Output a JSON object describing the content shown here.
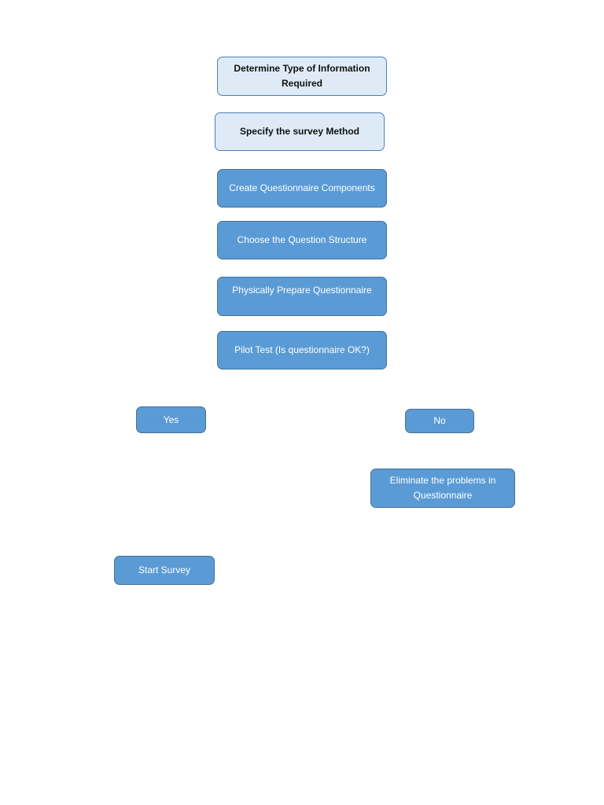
{
  "flowchart": {
    "steps": [
      {
        "id": "determine",
        "label": "Determine Type of Information Required"
      },
      {
        "id": "specify",
        "label": "Specify the survey Method"
      },
      {
        "id": "create",
        "label": "Create Questionnaire Components"
      },
      {
        "id": "choose",
        "label": "Choose the Question Structure"
      },
      {
        "id": "prepare",
        "label": "Physically Prepare Questionnaire"
      },
      {
        "id": "pilot",
        "label": "Pilot Test (Is questionnaire OK?)"
      }
    ],
    "yes": {
      "label": "Yes"
    },
    "no": {
      "label": "No"
    },
    "eliminate": {
      "label": "Eliminate the problems in Questionnaire"
    },
    "start": {
      "label": "Start Survey"
    }
  },
  "colors": {
    "light_fill": "#deebf7",
    "light_border": "#4a7ebb",
    "dark_fill": "#5b9bd5",
    "dark_border": "#41719c"
  }
}
